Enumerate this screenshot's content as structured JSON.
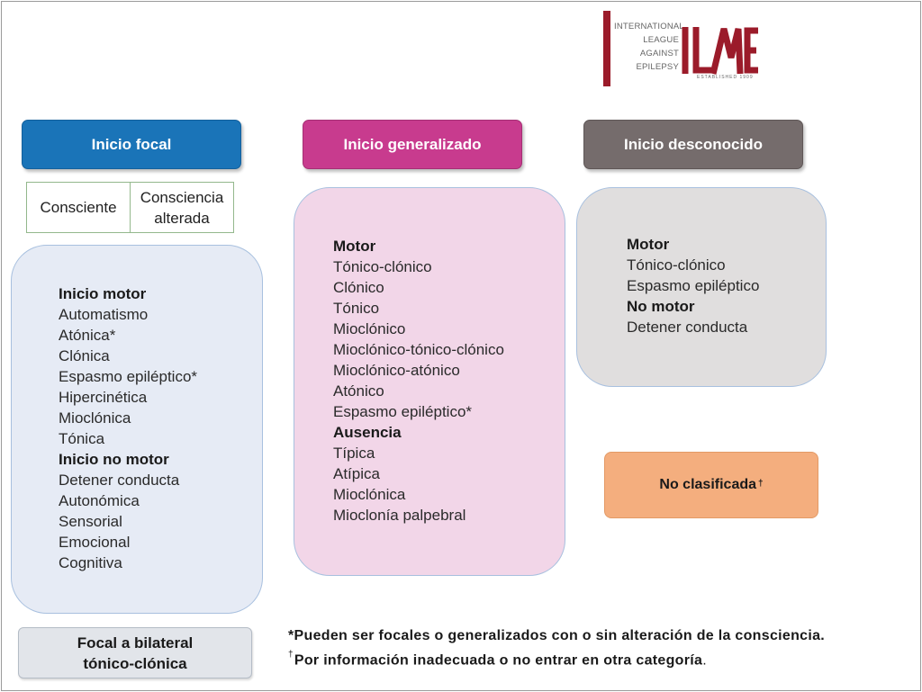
{
  "logo": {
    "words": [
      "International",
      "League",
      "Against",
      "Epilepsy"
    ],
    "mark": "ILAE",
    "established": "Established 1909",
    "accent": "#9b1b2a"
  },
  "focal": {
    "header": "Inicio focal",
    "awareness": [
      "Consciente",
      "Consciencia alterada"
    ],
    "items": [
      {
        "text": "Inicio motor",
        "bold": true
      },
      {
        "text": "Automatismo",
        "bold": false
      },
      {
        "text": "Atónica*",
        "bold": false
      },
      {
        "text": "Clónica",
        "bold": false
      },
      {
        "text": "Espasmo epiléptico*",
        "bold": false
      },
      {
        "text": "Hipercinética",
        "bold": false
      },
      {
        "text": "Mioclónica",
        "bold": false
      },
      {
        "text": "Tónica",
        "bold": false
      },
      {
        "text": "Inicio no motor",
        "bold": true
      },
      {
        "text": "Detener conducta",
        "bold": false
      },
      {
        "text": "Autonómica",
        "bold": false
      },
      {
        "text": "Sensorial",
        "bold": false
      },
      {
        "text": "Emocional",
        "bold": false
      },
      {
        "text": "Cognitiva",
        "bold": false
      }
    ],
    "bilateral": [
      "Focal a bilateral",
      "tónico-clónica"
    ],
    "color": "#1a74b8"
  },
  "generalized": {
    "header": "Inicio generalizado",
    "items": [
      {
        "text": "Motor",
        "bold": true
      },
      {
        "text": "Tónico-clónico",
        "bold": false
      },
      {
        "text": "Clónico",
        "bold": false
      },
      {
        "text": "Tónico",
        "bold": false
      },
      {
        "text": "Mioclónico",
        "bold": false
      },
      {
        "text": "Mioclónico-tónico-clónico",
        "bold": false
      },
      {
        "text": "Mioclónico-atónico",
        "bold": false
      },
      {
        "text": "Atónico",
        "bold": false
      },
      {
        "text": "Espasmo epiléptico*",
        "bold": false
      },
      {
        "text": "Ausencia",
        "bold": true
      },
      {
        "text": "Típica",
        "bold": false
      },
      {
        "text": "Atípica",
        "bold": false
      },
      {
        "text": "Mioclónica",
        "bold": false
      },
      {
        "text": "Mioclonía palpebral",
        "bold": false
      }
    ],
    "color": "#c83b8e"
  },
  "unknown": {
    "header": "Inicio desconocido",
    "items": [
      {
        "text": "Motor",
        "bold": true
      },
      {
        "text": "Tónico-clónico",
        "bold": false
      },
      {
        "text": "Espasmo epiléptico",
        "bold": false
      },
      {
        "text": "No motor",
        "bold": true
      },
      {
        "text": "Detener conducta",
        "bold": false
      }
    ],
    "color": "#756c6c"
  },
  "unclassified": {
    "label": "No clasificada",
    "mark": "†",
    "color": "#f4ae7e"
  },
  "footnotes": {
    "note1_mark": "*",
    "note1_text": "Pueden ser focales o generalizados con o sin alteración  de la consciencia.",
    "note2_mark": "†",
    "note2_text": "Por información inadecuada o no entrar en otra categoría",
    "note2_end": "."
  }
}
